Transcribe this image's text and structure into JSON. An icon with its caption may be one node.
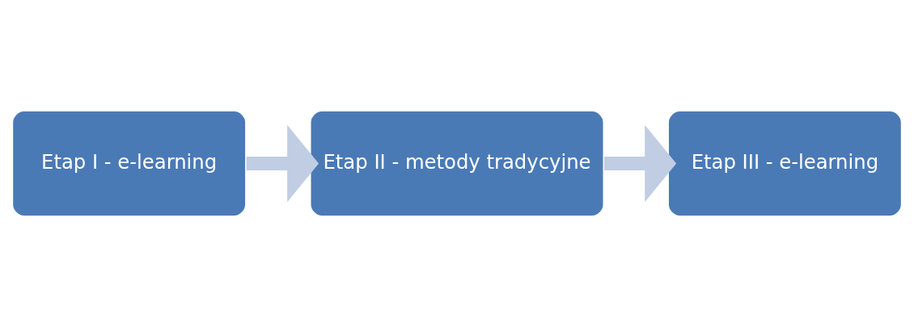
{
  "diagram": {
    "nodes": [
      {
        "text": [
          "Etap I - e-learning"
        ]
      },
      {
        "text": [
          "Etap II - metody tradycyjne"
        ]
      },
      {
        "text": [
          "Etap III - e-learning"
        ]
      }
    ],
    "edges": [
      {
        "from": 0,
        "to": 1,
        "arrow": "to"
      },
      {
        "from": 1,
        "to": 2,
        "arrow": "to"
      }
    ]
  }
}
